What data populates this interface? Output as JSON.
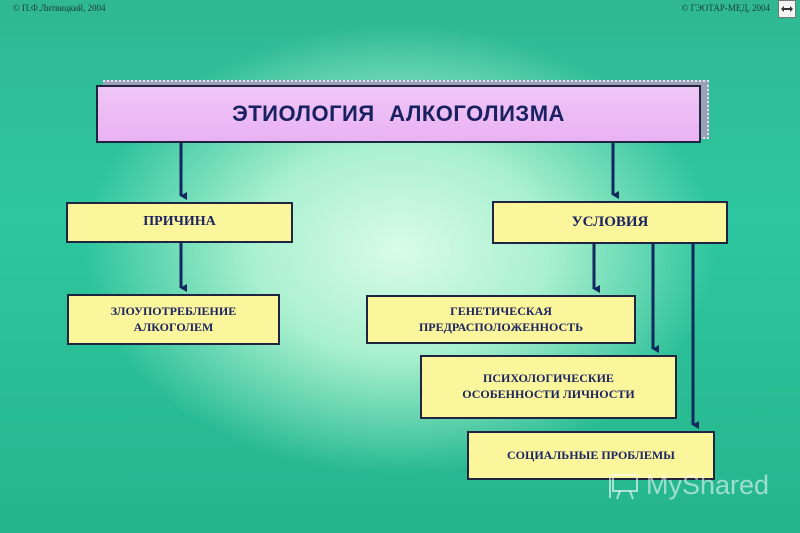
{
  "credits": {
    "left": "© П.Ф.Литвицкий, 2004",
    "right": "© ГЭОТАР-МЕД, 2004"
  },
  "nav_icon": "double-arrow-icon",
  "title": "ЭТИОЛОГИЯ АЛКОГОЛИЗМА",
  "cause": {
    "label": "ПРИЧИНА",
    "items": [
      "ЗЛОУПОТРЕБЛЕНИЕ АЛКОГОЛЕМ"
    ]
  },
  "conditions": {
    "label": "УСЛОВИЯ",
    "items": [
      "ГЕНЕТИЧЕСКАЯ ПРЕДРАСПОЛОЖЕННОСТЬ",
      "ПСИХОЛОГИЧЕСКИЕ ОСОБЕННОСТИ ЛИЧНОСТИ",
      "СОЦИАЛЬНЫЕ ПРОБЛЕМЫ"
    ]
  },
  "watermark": "MyShared",
  "colors": {
    "box_fill": "#fbf59c",
    "title_fill": "#e9b2f2",
    "text": "#1b2360",
    "arrow": "#13285e",
    "background": "#2ec79f"
  }
}
